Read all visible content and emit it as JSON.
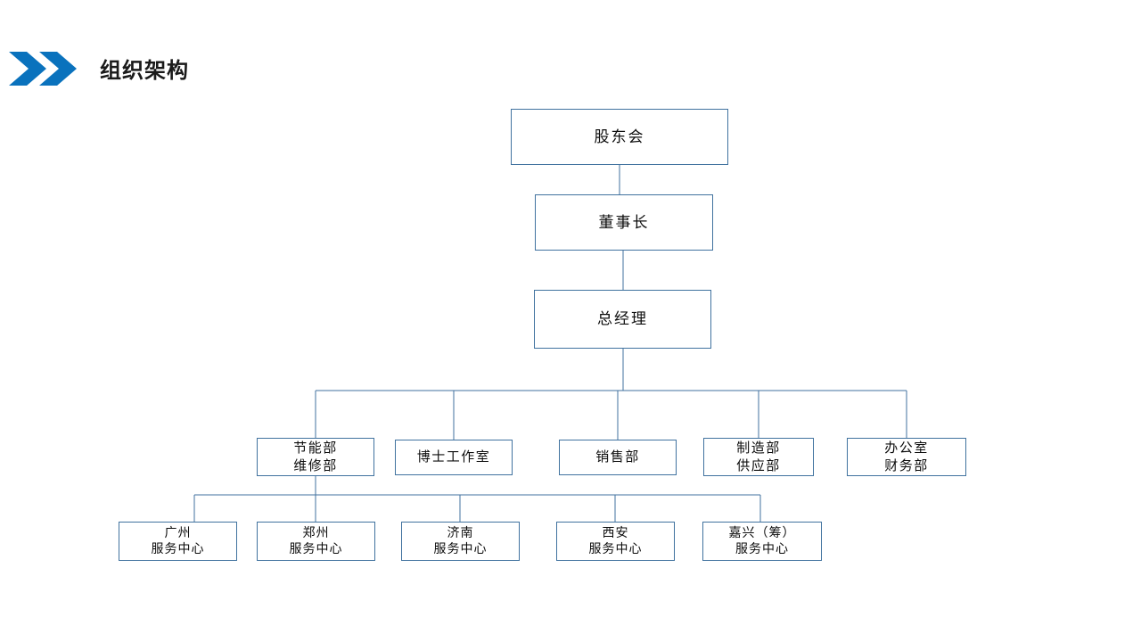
{
  "header": {
    "title": "组织架构",
    "chevron_icon": "double-chevron-right-icon",
    "accent_color": "#0a72bd"
  },
  "theme": {
    "box_border_color": "#40729f",
    "connector_color": "#40729f",
    "text_color": "#0d0d0d",
    "background": "#ffffff"
  },
  "chart_data": {
    "type": "org-chart",
    "title": "组织架构",
    "levels": [
      {
        "name": "level-1",
        "nodes": [
          {
            "id": "shareholders",
            "label": "股东会",
            "lines": [
              "股东会"
            ]
          }
        ]
      },
      {
        "name": "level-2",
        "nodes": [
          {
            "id": "chairman",
            "label": "董事长",
            "lines": [
              "董事长"
            ]
          }
        ]
      },
      {
        "name": "level-3",
        "nodes": [
          {
            "id": "general-manager",
            "label": "总经理",
            "lines": [
              "总经理"
            ]
          }
        ]
      },
      {
        "name": "departments",
        "nodes": [
          {
            "id": "energy-maintenance",
            "label": "节能部 维修部",
            "lines": [
              "节能部",
              "维修部"
            ]
          },
          {
            "id": "doctor-studio",
            "label": "博士工作室",
            "lines": [
              "博士工作室"
            ]
          },
          {
            "id": "sales",
            "label": "销售部",
            "lines": [
              "销售部"
            ]
          },
          {
            "id": "manufacturing-supply",
            "label": "制造部 供应部",
            "lines": [
              "制造部",
              "供应部"
            ]
          },
          {
            "id": "office-finance",
            "label": "办公室 财务部",
            "lines": [
              "办公室",
              "财务部"
            ]
          }
        ]
      },
      {
        "name": "service-centers",
        "nodes": [
          {
            "id": "guangzhou",
            "label": "广州 服务中心",
            "lines": [
              "广州",
              "服务中心"
            ]
          },
          {
            "id": "zhengzhou",
            "label": "郑州 服务中心",
            "lines": [
              "郑州",
              "服务中心"
            ]
          },
          {
            "id": "jinan",
            "label": "济南 服务中心",
            "lines": [
              "济南",
              "服务中心"
            ]
          },
          {
            "id": "xian",
            "label": "西安 服务中心",
            "lines": [
              "西安",
              "服务中心"
            ]
          },
          {
            "id": "jiaxing",
            "label": "嘉兴（筹） 服务中心",
            "lines": [
              "嘉兴（筹）",
              "服务中心"
            ]
          }
        ]
      }
    ],
    "edges": [
      {
        "from": "shareholders",
        "to": "chairman"
      },
      {
        "from": "chairman",
        "to": "general-manager"
      },
      {
        "from": "general-manager",
        "to": "energy-maintenance"
      },
      {
        "from": "general-manager",
        "to": "doctor-studio"
      },
      {
        "from": "general-manager",
        "to": "sales"
      },
      {
        "from": "general-manager",
        "to": "manufacturing-supply"
      },
      {
        "from": "general-manager",
        "to": "office-finance"
      },
      {
        "from": "energy-maintenance",
        "to": "guangzhou"
      },
      {
        "from": "energy-maintenance",
        "to": "zhengzhou"
      },
      {
        "from": "energy-maintenance",
        "to": "jinan"
      },
      {
        "from": "energy-maintenance",
        "to": "xian"
      },
      {
        "from": "energy-maintenance",
        "to": "jiaxing"
      }
    ]
  }
}
